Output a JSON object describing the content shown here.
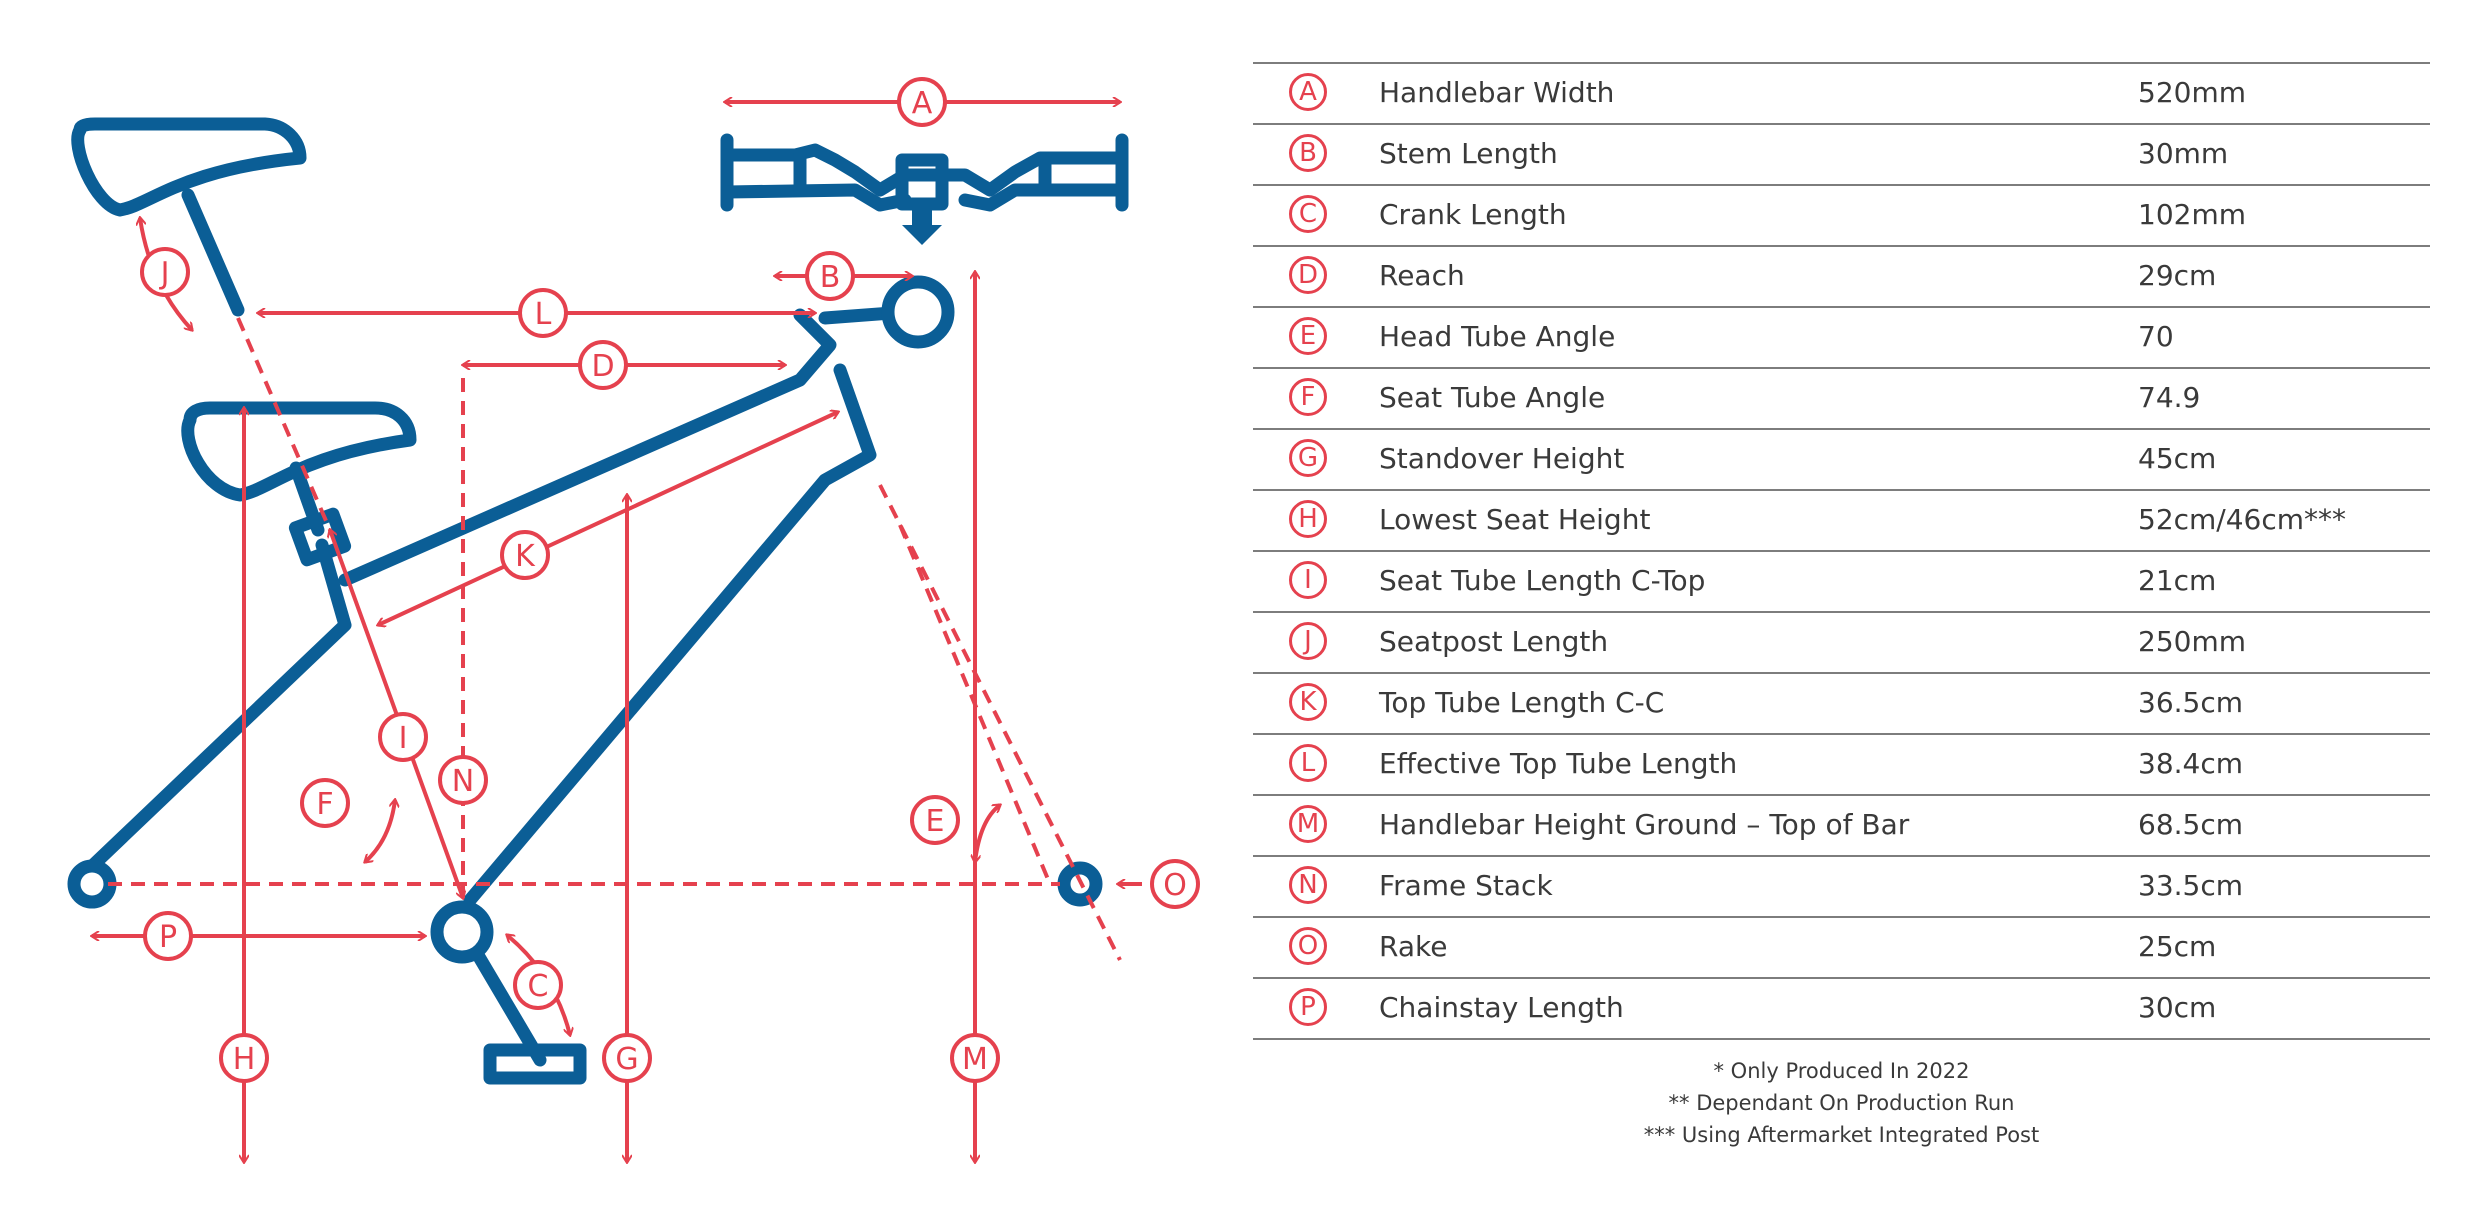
{
  "colors": {
    "frame": "#0b5e96",
    "dimension": "#e5414e",
    "text": "#3a3a3a",
    "rule": "#7d7d7d"
  },
  "diagram_letters": [
    "A",
    "B",
    "C",
    "D",
    "E",
    "F",
    "G",
    "H",
    "I",
    "J",
    "K",
    "L",
    "M",
    "N",
    "O",
    "P"
  ],
  "specs": [
    {
      "letter": "A",
      "label": "Handlebar Width",
      "value": "520mm"
    },
    {
      "letter": "B",
      "label": "Stem Length",
      "value": "30mm"
    },
    {
      "letter": "C",
      "label": "Crank Length",
      "value": "102mm"
    },
    {
      "letter": "D",
      "label": "Reach",
      "value": "29cm"
    },
    {
      "letter": "E",
      "label": "Head Tube Angle",
      "value": "70"
    },
    {
      "letter": "F",
      "label": "Seat Tube Angle",
      "value": "74.9"
    },
    {
      "letter": "G",
      "label": "Standover Height",
      "value": "45cm"
    },
    {
      "letter": "H",
      "label": "Lowest Seat Height",
      "value": "52cm/46cm***"
    },
    {
      "letter": "I",
      "label": "Seat Tube Length C-Top",
      "value": "21cm"
    },
    {
      "letter": "J",
      "label": "Seatpost Length",
      "value": "250mm"
    },
    {
      "letter": "K",
      "label": "Top Tube Length C-C",
      "value": "36.5cm"
    },
    {
      "letter": "L",
      "label": "Effective Top Tube Length",
      "value": "38.4cm"
    },
    {
      "letter": "M",
      "label": "Handlebar Height Ground – Top of Bar",
      "value": "68.5cm"
    },
    {
      "letter": "N",
      "label": "Frame Stack",
      "value": "33.5cm"
    },
    {
      "letter": "O",
      "label": "Rake",
      "value": "25cm"
    },
    {
      "letter": "P",
      "label": "Chainstay Length",
      "value": "30cm"
    }
  ],
  "footnotes": [
    "* Only Produced In 2022",
    "** Dependant On Production Run",
    "*** Using Aftermarket Integrated Post"
  ]
}
